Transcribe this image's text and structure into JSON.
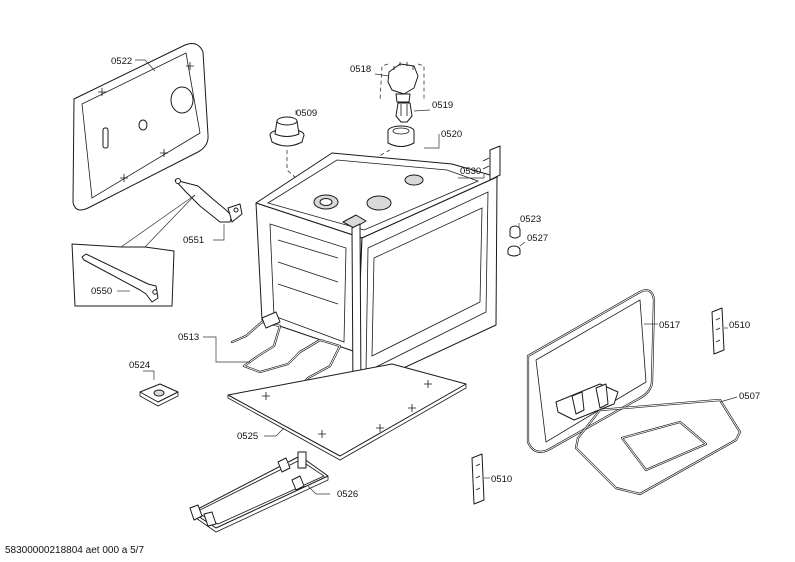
{
  "callouts": {
    "c0522": "0522",
    "c0518": "0518",
    "c0519": "0519",
    "c0509": "0509",
    "c0520": "0520",
    "c0530": "0530",
    "c0523": "0523",
    "c0527": "0527",
    "c0551": "0551",
    "c0550": "0550",
    "c0513": "0513",
    "c0517": "0517",
    "c0510a": "0510",
    "c0524": "0524",
    "c0507": "0507",
    "c0525": "0525",
    "c0510b": "0510",
    "c0526": "0526"
  },
  "footer": {
    "code": "58300000218804 aet 000 a 5/7"
  }
}
